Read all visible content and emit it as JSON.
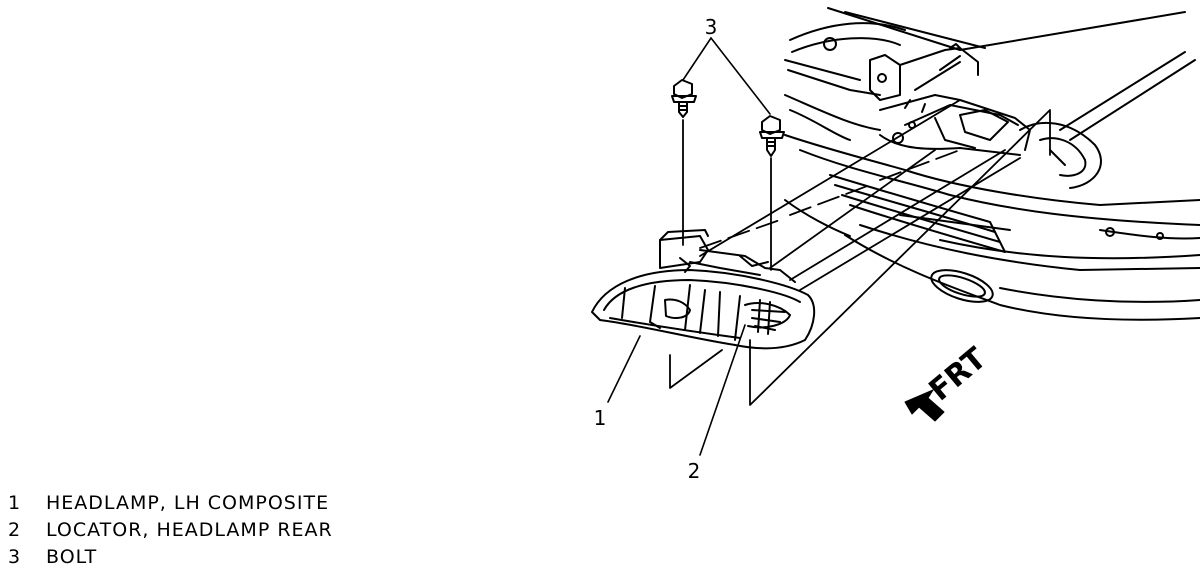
{
  "callouts": [
    "1",
    "2",
    "3"
  ],
  "direction_label": "FRT",
  "legend": [
    {
      "number": "1",
      "text": "HEADLAMP, LH COMPOSITE"
    },
    {
      "number": "2",
      "text": "LOCATOR, HEADLAMP REAR"
    },
    {
      "number": "3",
      "text": "BOLT"
    }
  ]
}
